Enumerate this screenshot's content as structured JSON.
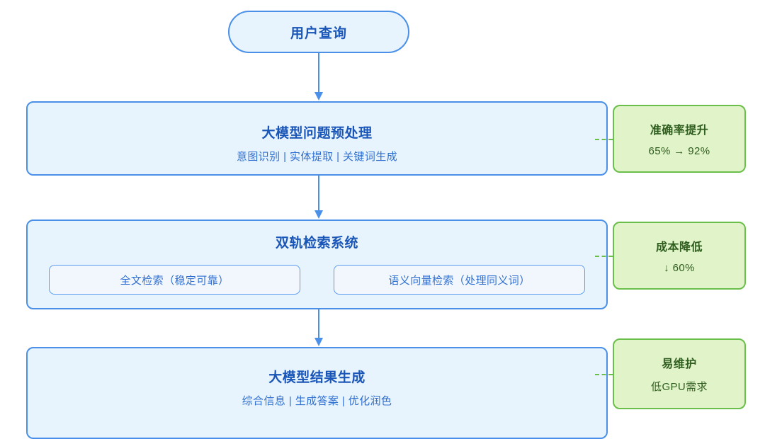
{
  "diagram": {
    "title_node": {
      "label": "用户查询",
      "shape": "oval"
    },
    "stages": [
      {
        "id": "stage-1",
        "title": "大模型问题预处理",
        "subtitle": "意图识别 | 实体提取 | 关键词生成",
        "subboxes": []
      },
      {
        "id": "stage-2",
        "title": "双轨检索系统",
        "subtitle": "",
        "subboxes": [
          {
            "label": "全文检索（稳定可靠）"
          },
          {
            "label": "语义向量检索（处理同义词）"
          }
        ]
      },
      {
        "id": "stage-3",
        "title": "大模型结果生成",
        "subtitle": "综合信息 | 生成答案 | 优化润色",
        "subboxes": []
      }
    ],
    "badges": [
      {
        "id": "badge-1",
        "title": "准确率提升",
        "value": "65% → 92%"
      },
      {
        "id": "badge-2",
        "title": "成本降低",
        "value": "↓ 60%"
      },
      {
        "id": "badge-3",
        "title": "易维护",
        "value": "低GPU需求"
      }
    ],
    "colors": {
      "node_fill": "#e8f4fd",
      "node_border": "#4a90e8",
      "node_title_text": "#1a56b8",
      "node_sub_text": "#2f6fd0",
      "subbox_fill": "#f2f7fe",
      "subbox_border": "#5b9bee",
      "badge_fill": "#e1f3c9",
      "badge_border": "#6abf4b",
      "badge_text": "#2f5d1e",
      "arrow": "#4a90e8",
      "background": "#ffffff"
    }
  }
}
